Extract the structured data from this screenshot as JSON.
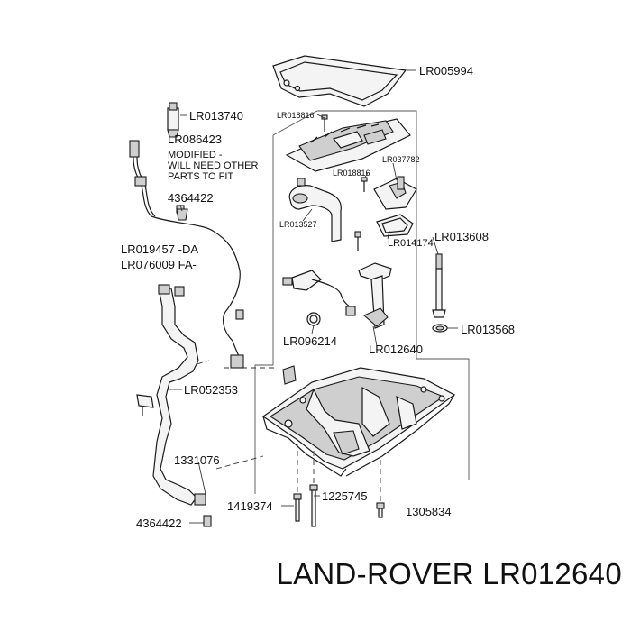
{
  "labels": {
    "lr005994": "LR005994",
    "lr013740": "LR013740",
    "lr086423": "LR086423",
    "note_1": "MODIFIED -",
    "note_2": "WILL NEED OTHER",
    "note_3": "PARTS TO FIT",
    "lr018816_a": "LR018816",
    "lr037782": "LR037782",
    "lr018816_b": "LR018816",
    "p4364422_a": "4364422",
    "lr013527": "LR013527",
    "lr014174": "LR014174",
    "lr013608": "LR013608",
    "lr019457": "LR019457 -DA",
    "lr076009": "LR076009 FA-",
    "lr013568": "LR013568",
    "lr096214": "LR096214",
    "lr012640": "LR012640",
    "lr052353": "LR052353",
    "p1331076": "1331076",
    "p1419374": "1419374",
    "p1225745": "1225745",
    "p1305834": "1305834",
    "p4364422_b": "4364422"
  },
  "footer": {
    "brand_part": "LAND-ROVER LR012640"
  }
}
